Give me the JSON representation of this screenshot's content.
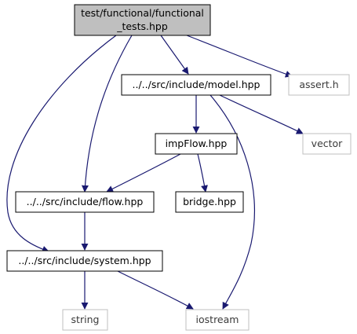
{
  "diagram": {
    "colors": {
      "edge": "#191970",
      "root_fill": "#bfbfbf",
      "node_border": "#000000",
      "external_border": "#bfbfbf",
      "background": "#ffffff"
    },
    "nodes": {
      "root_line1": "test/functional/functional",
      "root_line2": "_tests.hpp",
      "model": "../../src/include/model.hpp",
      "assert": "assert.h",
      "vector": "vector",
      "impflow": "impFlow.hpp",
      "flow": "../../src/include/flow.hpp",
      "bridge": "bridge.hpp",
      "system": "../../src/include/system.hpp",
      "string": "string",
      "iostream": "iostream"
    }
  }
}
